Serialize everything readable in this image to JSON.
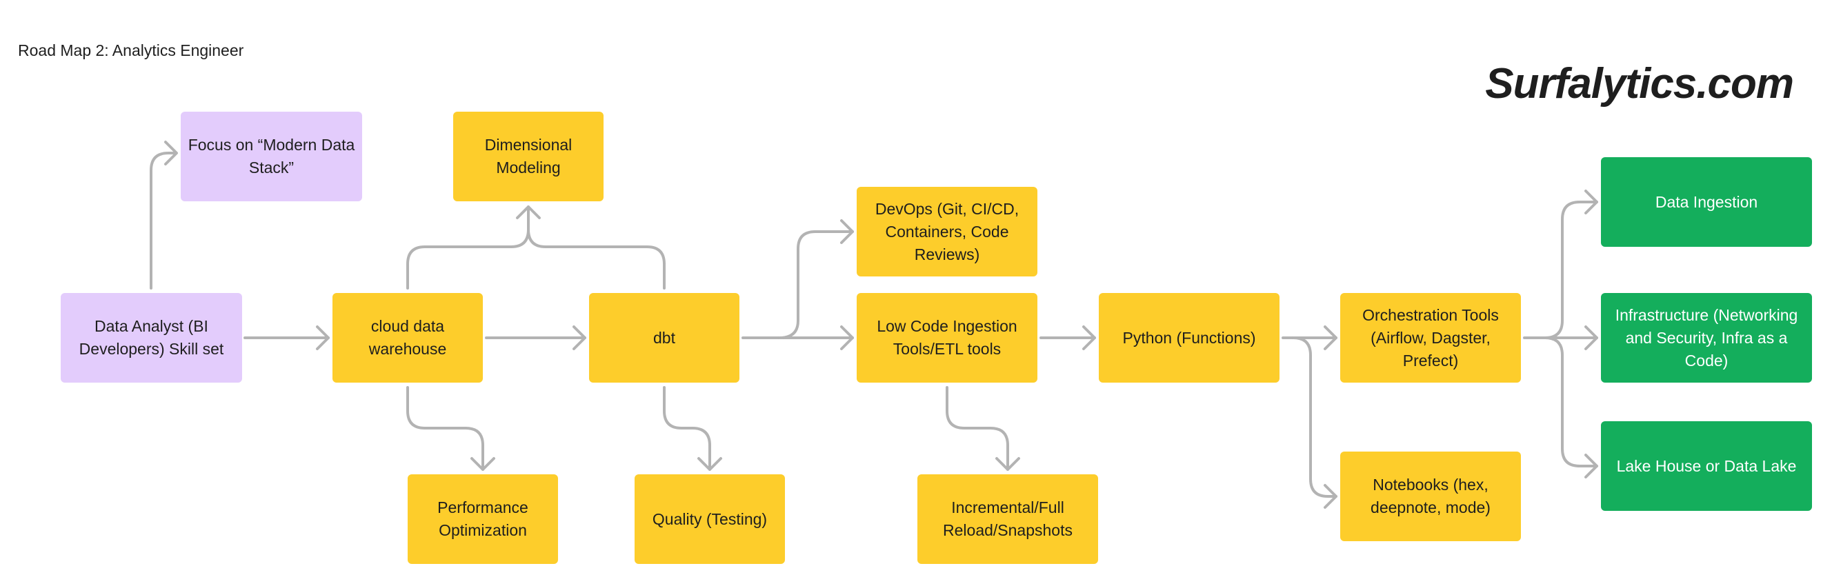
{
  "title": "Road Map 2: Analytics Engineer",
  "brand": "Surfalytics.com",
  "colors": {
    "purple": "#e3ccfc",
    "yellow": "#fdcd2b",
    "green": "#14ae5c",
    "connector": "#b3b3b3"
  },
  "nodes": {
    "analyst": "Data Analyst (BI Developers) Skill set",
    "focus": "Focus on “Modern Data Stack”",
    "cloud": "cloud data warehouse",
    "dimensional": "Dimensional Modeling",
    "performance": "Performance Optimization",
    "dbt": "dbt",
    "quality": "Quality (Testing)",
    "devops": "DevOps (Git, CI/CD, Containers, Code Reviews)",
    "lowcode": "Low Code Ingestion Tools/ETL tools",
    "incremental": "Incremental/Full Reload/Snapshots",
    "python": "Python (Functions)",
    "orchestration": "Orchestration Tools (Airflow, Dagster, Prefect)",
    "notebooks": "Notebooks (hex, deepnote, mode)",
    "ingestion": "Data Ingestion",
    "infra": "Infrastructure (Networking and Security, Infra as a Code)",
    "lakehouse": "Lake House or Data Lake"
  },
  "edges": [
    {
      "from": "Data Analyst (BI Developers) Skill set",
      "to": "Focus on “Modern Data Stack”"
    },
    {
      "from": "Data Analyst (BI Developers) Skill set",
      "to": "cloud data warehouse"
    },
    {
      "from": "cloud data warehouse",
      "to": "Dimensional Modeling"
    },
    {
      "from": "cloud data warehouse",
      "to": "dbt"
    },
    {
      "from": "cloud data warehouse",
      "to": "Performance Optimization"
    },
    {
      "from": "dbt",
      "to": "Dimensional Modeling"
    },
    {
      "from": "dbt",
      "to": "Quality (Testing)"
    },
    {
      "from": "dbt",
      "to": "DevOps (Git, CI/CD, Containers, Code Reviews)"
    },
    {
      "from": "dbt",
      "to": "Low Code Ingestion Tools/ETL tools"
    },
    {
      "from": "Low Code Ingestion Tools/ETL tools",
      "to": "Incremental/Full Reload/Snapshots"
    },
    {
      "from": "Low Code Ingestion Tools/ETL tools",
      "to": "Python (Functions)"
    },
    {
      "from": "Python (Functions)",
      "to": "Orchestration Tools (Airflow, Dagster, Prefect)"
    },
    {
      "from": "Python (Functions)",
      "to": "Notebooks (hex, deepnote, mode)"
    },
    {
      "from": "Orchestration Tools (Airflow, Dagster, Prefect)",
      "to": "Data Ingestion"
    },
    {
      "from": "Orchestration Tools (Airflow, Dagster, Prefect)",
      "to": "Infrastructure (Networking and Security, Infra as a Code)"
    },
    {
      "from": "Orchestration Tools (Airflow, Dagster, Prefect)",
      "to": "Lake House or Data Lake"
    }
  ]
}
